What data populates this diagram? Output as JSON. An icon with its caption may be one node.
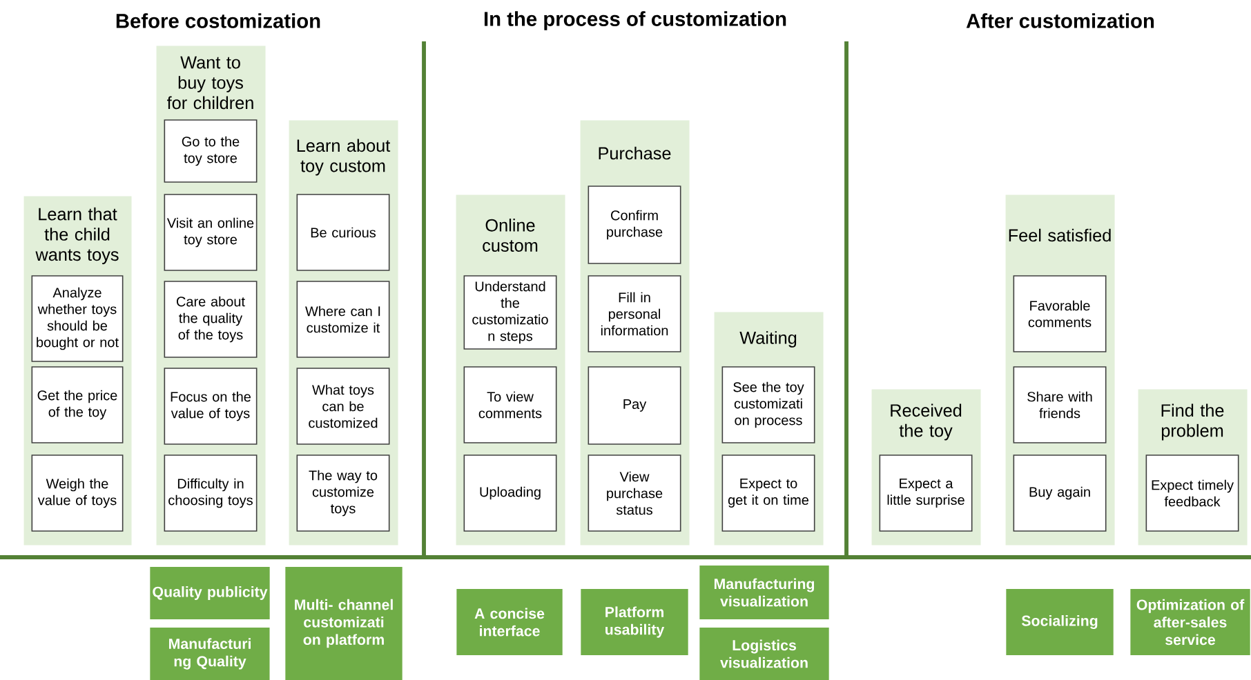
{
  "diagram": {
    "nodes": [
      {
        "text": [
          "Learn that the child wants toys"
        ]
      },
      {
        "text": [
          "Analyze whether toys should be bought or not"
        ],
        "in": 0
      },
      {
        "text": [
          "Get the price of the toy"
        ],
        "in": 0
      },
      {
        "text": [
          "Weigh the value of toys"
        ],
        "in": 0
      },
      {
        "text": [
          "Want to buy toys for children"
        ]
      },
      {
        "text": [
          "Go to the toy store"
        ],
        "in": 4
      },
      {
        "text": [
          "Visit an online toy store"
        ],
        "in": 4
      },
      {
        "text": [
          "Care about the quality of the toys"
        ],
        "in": 4
      },
      {
        "text": [
          "Focus on the value of toys"
        ],
        "in": 4
      },
      {
        "text": [
          "Difficulty in choosing toys"
        ],
        "in": 4
      },
      {
        "text": [
          "Learn about toy custom"
        ]
      },
      {
        "text": [
          "Be curious"
        ],
        "in": 10
      },
      {
        "text": [
          "Where can I customize it"
        ],
        "in": 10
      },
      {
        "text": [
          "What toys can be customized"
        ],
        "in": 10
      },
      {
        "text": [
          "The way to customize toys"
        ],
        "in": 10
      },
      {
        "text": [
          "Online custom"
        ]
      },
      {
        "text": [
          "Understand the customizatio n steps"
        ],
        "in": 15
      },
      {
        "text": [
          "To view comments"
        ],
        "in": 15
      },
      {
        "text": [
          "Uploading"
        ],
        "in": 15
      },
      {
        "text": [
          "Purchase"
        ]
      },
      {
        "text": [
          "Confirm purchase"
        ],
        "in": 19
      },
      {
        "text": [
          "Fill in personal information"
        ],
        "in": 19
      },
      {
        "text": [
          "Pay"
        ],
        "in": 19
      },
      {
        "text": [
          "View purchase status"
        ],
        "in": 19
      },
      {
        "text": [
          "Waiting"
        ]
      },
      {
        "text": [
          "See the toy customizati on process"
        ],
        "in": 24
      },
      {
        "text": [
          "Expect to get it on time"
        ],
        "in": 24
      },
      {
        "text": [
          "Received the toy"
        ]
      },
      {
        "text": [
          "Expect a little surprise"
        ],
        "in": 27
      },
      {
        "text": [
          "Feel satisfied"
        ]
      },
      {
        "text": [
          "Favorable comments"
        ],
        "in": 29
      },
      {
        "text": [
          "Share with friends"
        ],
        "in": 29
      },
      {
        "text": [
          "Buy again"
        ],
        "in": 29
      },
      {
        "text": [
          "Find the problem"
        ]
      },
      {
        "text": [
          "Expect timely feedback"
        ],
        "in": 33
      },
      {
        "text": [
          "Quality publicity"
        ]
      },
      {
        "text": [
          "Manufacturi ng Quality"
        ]
      },
      {
        "text": [
          "Multi- channel customizati on platform"
        ]
      },
      {
        "text": [
          "A concise interface"
        ]
      },
      {
        "text": [
          "Platform usability"
        ]
      },
      {
        "text": [
          "Manufacturing visualization"
        ]
      },
      {
        "text": [
          "Logistics visualization"
        ]
      },
      {
        "text": [
          "Socializing"
        ]
      },
      {
        "text": [
          "Optimization of after-sales service"
        ]
      }
    ],
    "labels": [
      "Before costomization",
      "In the process of customization",
      "After customization"
    ]
  }
}
